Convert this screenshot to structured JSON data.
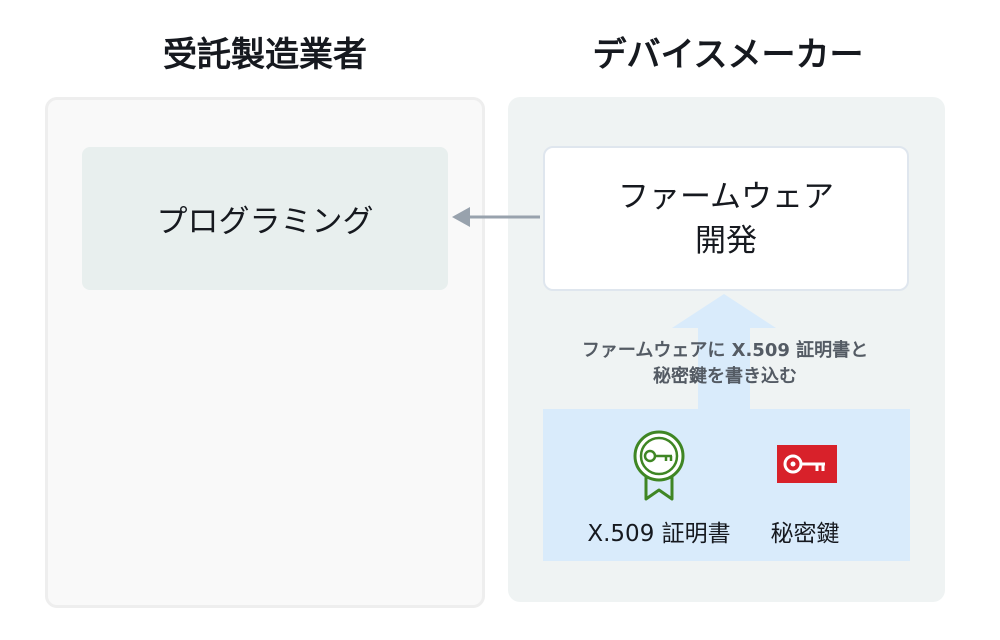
{
  "left_section": {
    "title": "受託製造業者",
    "task": "プログラミング"
  },
  "right_section": {
    "title": "デバイスメーカー",
    "task_line1": "ファームウェア",
    "task_line2": "開発",
    "write_label_line1": "ファームウェアに X.509 証明書と",
    "write_label_line2": "秘密鍵を書き込む",
    "credentials": {
      "certificate_label": "X.509 証明書",
      "private_key_label": "秘密鍵",
      "certificate_icon": "certificate-ribbon-icon",
      "private_key_icon": "key-icon"
    }
  },
  "colors": {
    "left_panel": "#f9f9f9",
    "right_panel": "#eff3f3",
    "credentials_bg": "#d9ebfb",
    "certificate_green": "#3f8624",
    "private_key_red": "#d8212a",
    "arrow_gray": "#98a2ad"
  }
}
